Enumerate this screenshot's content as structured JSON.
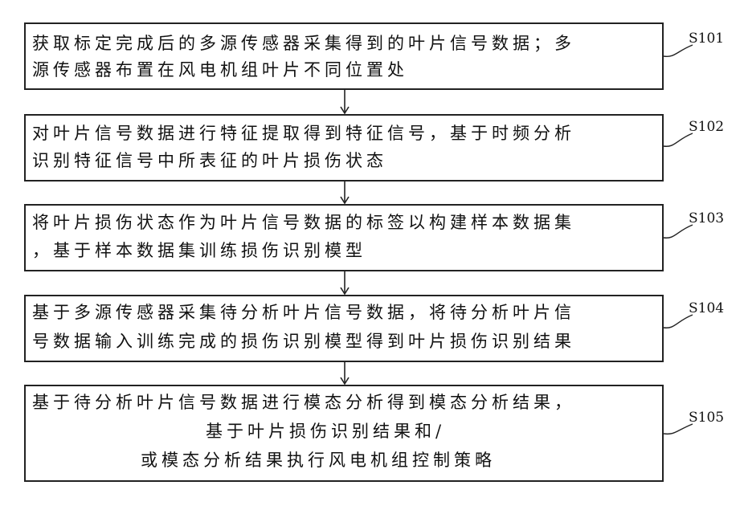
{
  "steps": [
    {
      "id": "S101",
      "lines": [
        "获取标定完成后的多源传感器采集得到的叶片信号数据；多",
        "源传感器布置在风电机组叶片不同位置处"
      ]
    },
    {
      "id": "S102",
      "lines": [
        "对叶片信号数据进行特征提取得到特征信号，基于时频分析",
        "识别特征信号中所表征的叶片损伤状态"
      ]
    },
    {
      "id": "S103",
      "lines": [
        "将叶片损伤状态作为叶片信号数据的标签以构建样本数据集",
        "，基于样本数据集训练损伤识别模型"
      ]
    },
    {
      "id": "S104",
      "lines": [
        "基于多源传感器采集待分析叶片信号数据，将待分析叶片信",
        "号数据输入训练完成的损伤识别模型得到叶片损伤识别结果"
      ]
    },
    {
      "id": "S105",
      "lines": [
        "基于待分析叶片信号数据进行模态分析得到模态分析结果，",
        "基于叶片损伤识别结果和/",
        "或模态分析结果执行风电机组控制策略"
      ]
    }
  ]
}
